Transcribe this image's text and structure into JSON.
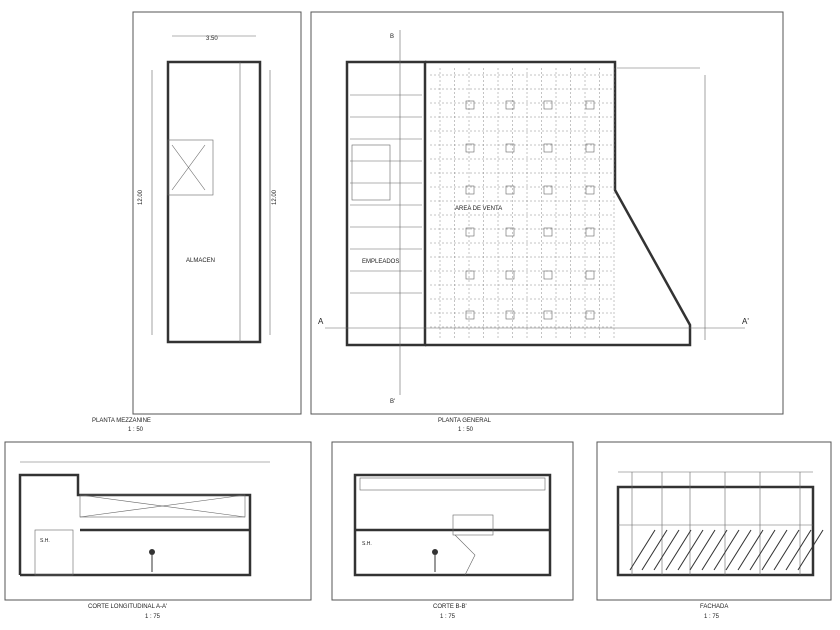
{
  "sheet": {
    "mezzanine": {
      "title": "PLANTA MEZZANINE",
      "scale": "1 : 50",
      "room": "ALMACEN",
      "dim_width": "3.50",
      "dim_length": "12.00",
      "dim_length_right": "12.00"
    },
    "general": {
      "title": "PLANTA GENERAL",
      "scale": "1 : 50",
      "room_sales": "AREA DE VENTA",
      "room_staff": "EMPLEADOS",
      "cut_a": "A",
      "cut_a2": "A'",
      "cut_b": "B",
      "cut_b2": "B'"
    },
    "section_long": {
      "title": "CORTE LONGITUDINAL A-A'",
      "scale": "1 : 75",
      "label": "S.H."
    },
    "section_b": {
      "title": "CORTE B-B'",
      "scale": "1 : 75",
      "label": "S.H."
    },
    "facade": {
      "title": "FACHADA",
      "scale": "1 : 75"
    }
  }
}
